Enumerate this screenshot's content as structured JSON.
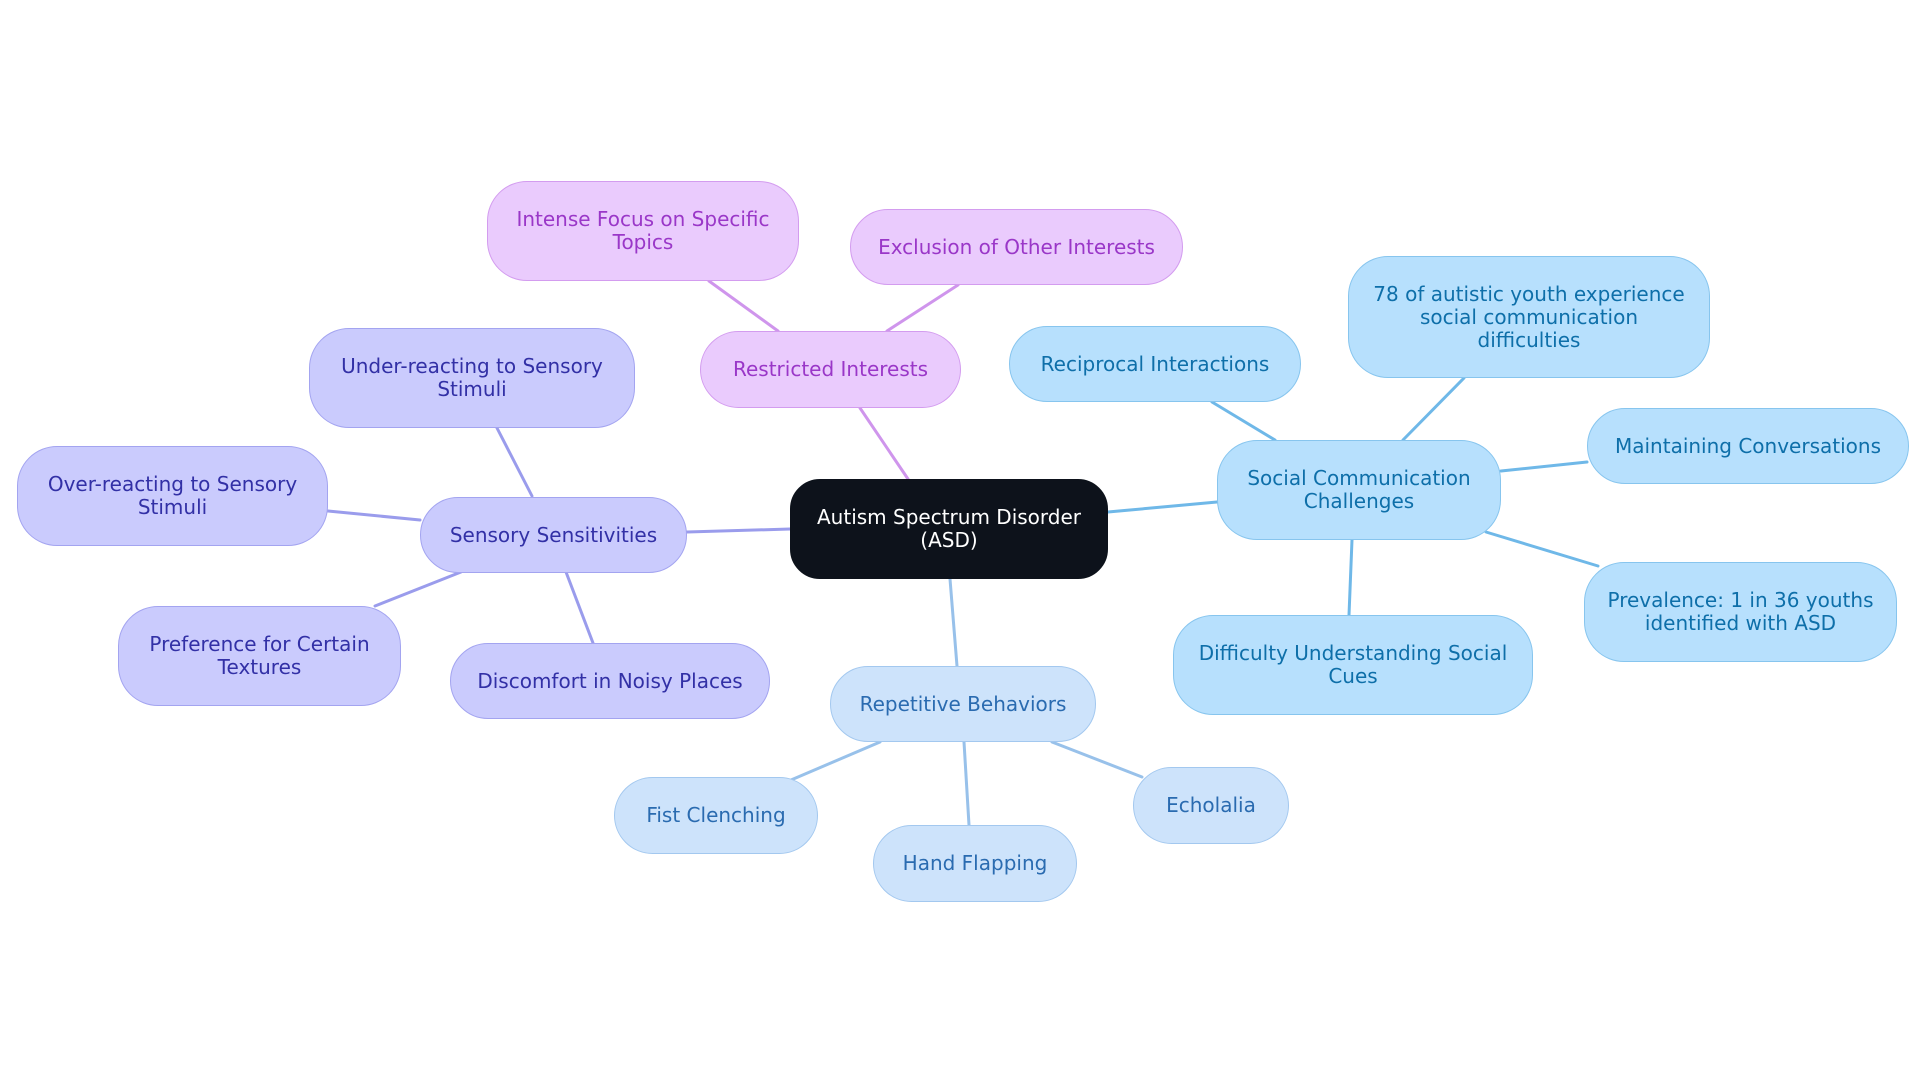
{
  "mindmap": {
    "root": {
      "label": "Autism Spectrum Disorder (ASD)"
    },
    "branches": [
      {
        "id": "sensory",
        "label": "Sensory Sensitivities",
        "color": "#9a9cec",
        "children": [
          "Under-reacting to Sensory Stimuli",
          "Over-reacting to Sensory Stimuli",
          "Preference for Certain Textures",
          "Discomfort in Noisy Places"
        ]
      },
      {
        "id": "restricted",
        "label": "Restricted Interests",
        "color": "#cf95ec",
        "children": [
          "Intense Focus on Specific Topics",
          "Exclusion of Other Interests"
        ]
      },
      {
        "id": "social",
        "label": "Social Communication Challenges",
        "color": "#6fb8e8",
        "children": [
          "Reciprocal Interactions",
          "78 of autistic youth experience social communication difficulties",
          "Maintaining Conversations",
          "Prevalence: 1 in 36 youths identified with ASD",
          "Difficulty Understanding Social Cues"
        ]
      },
      {
        "id": "repetitive",
        "label": "Repetitive Behaviors",
        "color": "#98c1ea",
        "children": [
          "Fist Clenching",
          "Hand Flapping",
          "Echolalia"
        ]
      }
    ]
  }
}
